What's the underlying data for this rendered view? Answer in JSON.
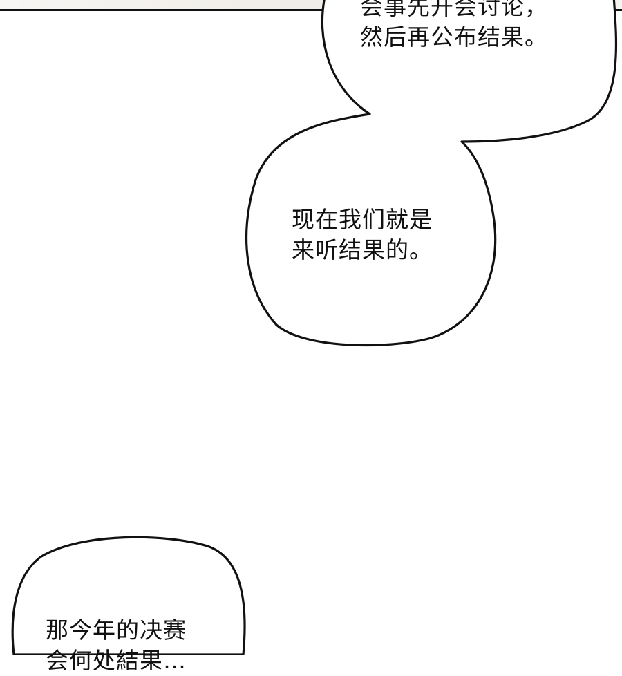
{
  "bubbles": [
    {
      "lines": [
        "会事先开会讨论，",
        "然后再公布结果。"
      ]
    },
    {
      "lines": [
        "现在我们就是",
        "来听结果的。"
      ]
    },
    {
      "lines": [
        "那今年的决赛",
        "会何处結果…"
      ]
    }
  ]
}
